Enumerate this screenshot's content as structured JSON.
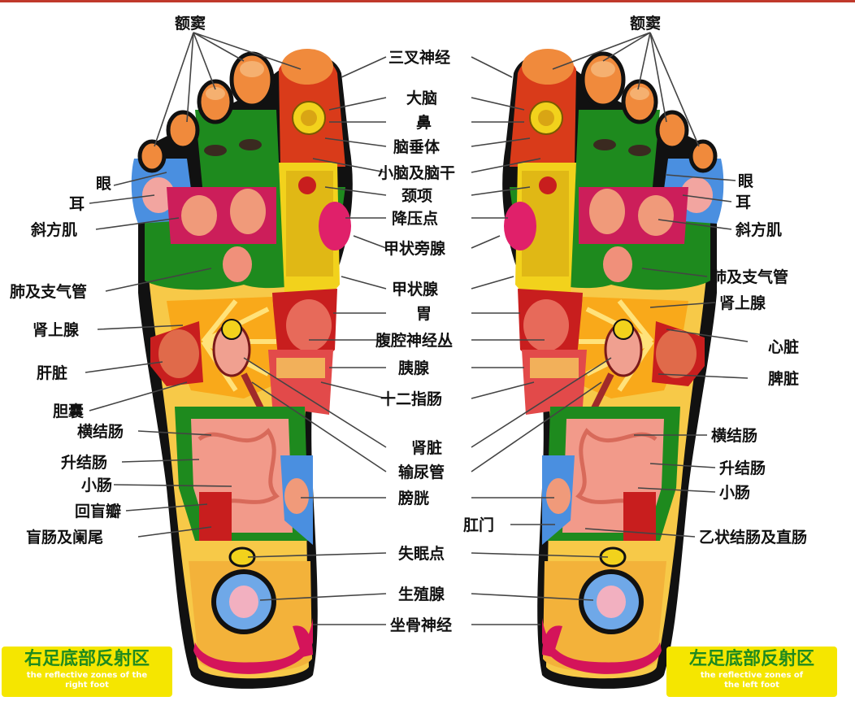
{
  "center_labels": [
    "三叉神经",
    "大脑",
    "鼻",
    "脑垂体",
    "小脑及脑干",
    "颈项",
    "降压点",
    "甲状旁腺",
    "甲状腺",
    "胃",
    "腹腔神经丛",
    "胰腺",
    "十二指肠",
    "肾脏",
    "输尿管",
    "膀胱",
    "肛门",
    "失眠点",
    "生殖腺",
    "坐骨神经"
  ],
  "top_left_label": "额窦",
  "top_right_label": "额窦",
  "left_labels": [
    "眼",
    "耳",
    "斜方肌",
    "肺及支气管",
    "肾上腺",
    "肝脏",
    "胆囊",
    "横结肠",
    "升结肠",
    "小肠",
    "回盲瓣",
    "盲肠及阑尾"
  ],
  "right_labels": [
    "眼",
    "耳",
    "斜方肌",
    "肺及支气管",
    "肾上腺",
    "心脏",
    "脾脏",
    "横结肠",
    "升结肠",
    "小肠",
    "乙状结肠及直肠"
  ],
  "captions": {
    "right_foot_cn": "右足底部反射区",
    "right_foot_en1": "the reflective zones of the",
    "right_foot_en2": "right foot",
    "left_foot_cn": "左足底部反射区",
    "left_foot_en1": "the reflective zones of",
    "left_foot_en2": "the left foot"
  }
}
